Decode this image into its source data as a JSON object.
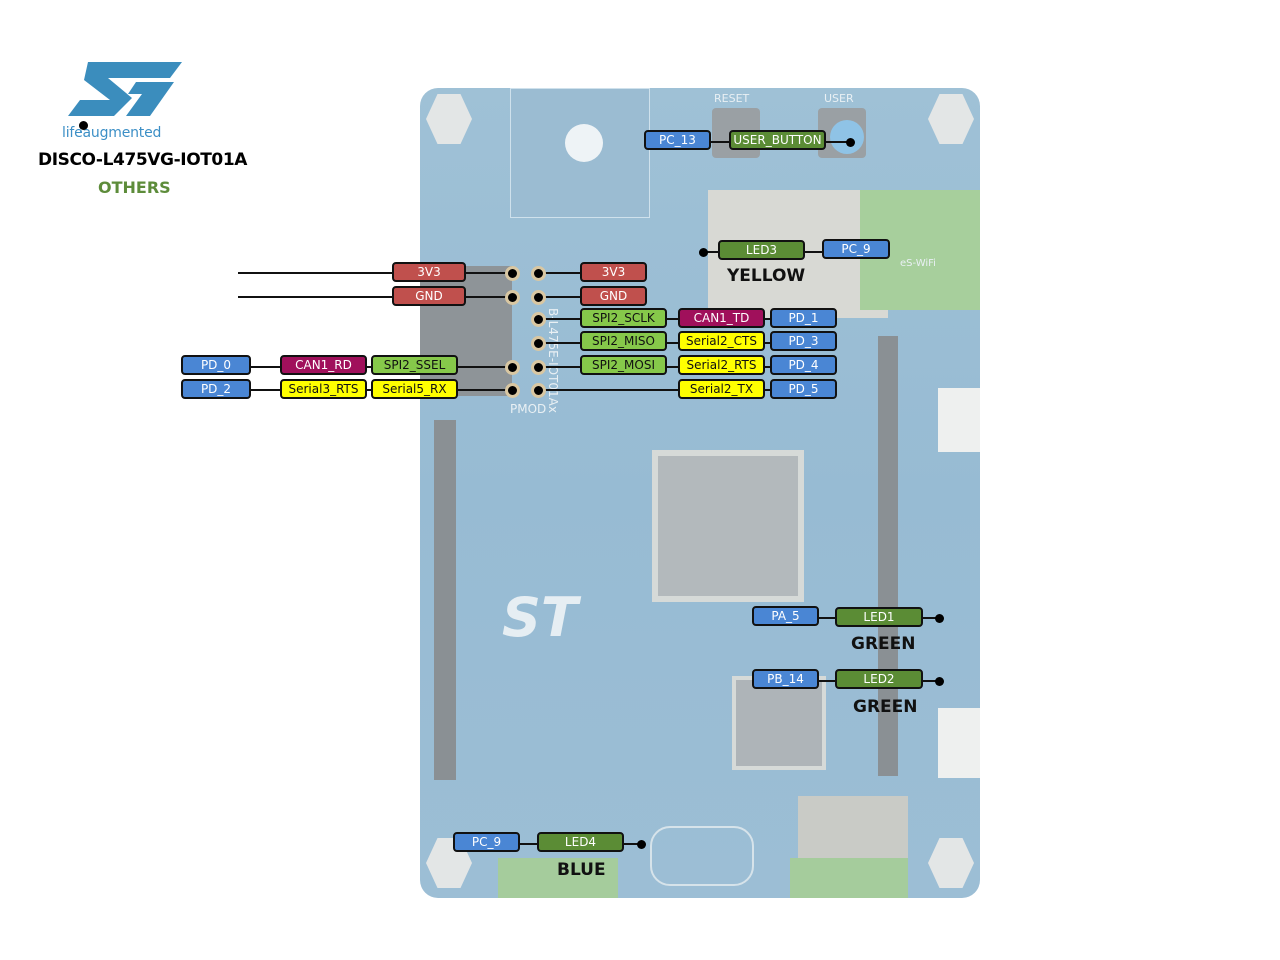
{
  "header": {
    "logo": "st-logo",
    "tagline_pre": "life",
    "tagline_dot": ".",
    "tagline_post": "augmented",
    "board_name": "DISCO-L475VG-IOT01A",
    "section": "OTHERS"
  },
  "board": {
    "silkscreen": {
      "reset": "RESET",
      "user": "USER",
      "pmod": "PMOD",
      "board_id": "B-L475E-IOT01Ax",
      "wifi": "eS-WiFi"
    }
  },
  "colors": {
    "pin": "#4a86d4",
    "led": "#5b8c35",
    "power": "#c0504d",
    "spi": "#86c84a",
    "can": "#a0105b",
    "serial": "#ffff00",
    "section": "#5d8c3a"
  },
  "pmod": {
    "left_pins": [
      {
        "labels": [
          "3V3"
        ],
        "kinds": [
          "power"
        ]
      },
      {
        "labels": [
          "GND"
        ],
        "kinds": [
          "power"
        ]
      },
      {
        "labels": [
          "PD_0",
          "CAN1_RD",
          "SPI2_SSEL"
        ],
        "kinds": [
          "pin",
          "can",
          "spi"
        ]
      },
      {
        "labels": [
          "PD_2",
          "Serial3_RTS",
          "Serial5_RX"
        ],
        "kinds": [
          "pin",
          "serial",
          "serial"
        ]
      }
    ],
    "right_pins": [
      {
        "labels": [
          "3V3"
        ],
        "kinds": [
          "power"
        ]
      },
      {
        "labels": [
          "GND"
        ],
        "kinds": [
          "power"
        ]
      },
      {
        "labels": [
          "SPI2_SCLK",
          "CAN1_TD",
          "PD_1"
        ],
        "kinds": [
          "spi",
          "can",
          "pin"
        ]
      },
      {
        "labels": [
          "SPI2_MISO",
          "Serial2_CTS",
          "PD_3"
        ],
        "kinds": [
          "spi",
          "serial",
          "pin"
        ]
      },
      {
        "labels": [
          "SPI2_MOSI",
          "Serial2_RTS",
          "PD_4"
        ],
        "kinds": [
          "spi",
          "serial",
          "pin"
        ]
      },
      {
        "labels": [
          "Serial2_TX",
          "PD_5"
        ],
        "kinds": [
          "serial",
          "pin"
        ]
      }
    ]
  },
  "user_button": {
    "pin": "PC_13",
    "name": "USER_BUTTON"
  },
  "leds": [
    {
      "name": "LED3",
      "pin": "PC_9",
      "color": "YELLOW"
    },
    {
      "name": "LED1",
      "pin": "PA_5",
      "color": "GREEN"
    },
    {
      "name": "LED2",
      "pin": "PB_14",
      "color": "GREEN"
    },
    {
      "name": "LED4",
      "pin": "PC_9",
      "color": "BLUE"
    }
  ]
}
